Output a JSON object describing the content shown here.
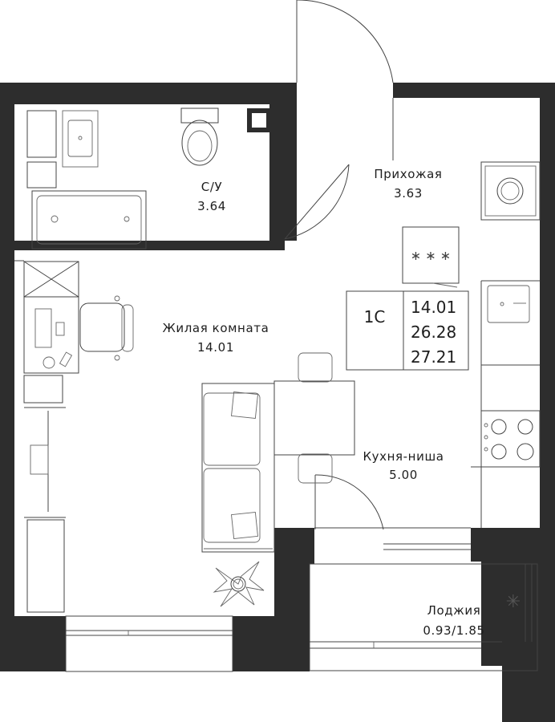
{
  "rooms": {
    "bathroom": {
      "name": "С/У",
      "area": "3.64"
    },
    "hallway": {
      "name": "Прихожая",
      "area": "3.63"
    },
    "living": {
      "name": "Жилая комната",
      "area": "14.01"
    },
    "kitchen": {
      "name": "Кухня-ниша",
      "area": "5.00"
    },
    "loggia": {
      "name": "Лоджия",
      "area": "0.93/1.85"
    }
  },
  "info_box": {
    "type": "1С",
    "living_area": "14.01",
    "total_area": "26.28",
    "total_with_loggia": "27.21"
  },
  "colors": {
    "wall": "#2d2d2d",
    "line": "#444444",
    "background": "#ffffff"
  }
}
